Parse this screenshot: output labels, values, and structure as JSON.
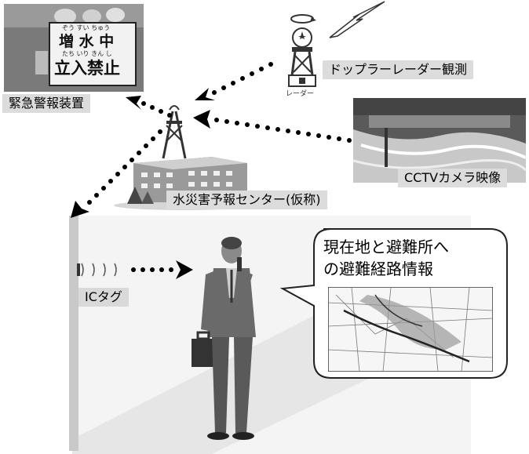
{
  "labels": {
    "warning_device": "緊急警報装置",
    "radar": "ドップラーレーダー観測",
    "cctv": "CCTVカメラ映像",
    "center": "水災害予報センター(仮称)",
    "ic_tag": "ICタグ",
    "bubble_line1": "現在地と避難所へ",
    "bubble_line2": "の避難経路情報"
  },
  "sign": {
    "ruby1": "ぞう すい ちゅう",
    "line1": "増 水 中",
    "ruby2": "たち いり きん し",
    "line2": "立入禁止"
  },
  "radar_tag": "レーダー"
}
